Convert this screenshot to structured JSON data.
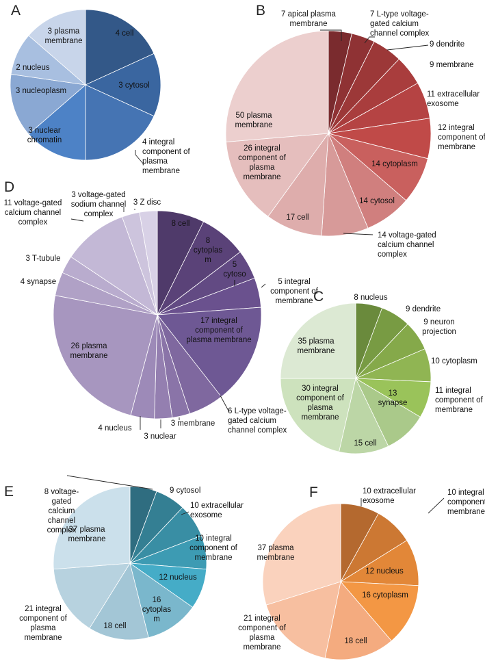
{
  "chart_data": [
    {
      "panel": "A",
      "type": "pie",
      "slices": [
        {
          "value": 4,
          "label": [
            "4 cell"
          ],
          "color": "#335888"
        },
        {
          "value": 3,
          "label": [
            "3 cytosol"
          ],
          "color": "#3a66a0"
        },
        {
          "value": 4,
          "label": [
            "4 integral",
            "component of",
            "plasma",
            "membrane"
          ],
          "color": "#4574b3"
        },
        {
          "value": 3,
          "label": [
            "3 nuclear",
            "chromatin"
          ],
          "color": "#4d82c6"
        },
        {
          "value": 3,
          "label": [
            "3 nucleoplasm"
          ],
          "color": "#8aa8d3"
        },
        {
          "value": 2,
          "label": [
            "2 nucleus"
          ],
          "color": "#a8bfe0"
        },
        {
          "value": 3,
          "label": [
            "3 plasma",
            "membrane"
          ],
          "color": "#c8d5ea"
        }
      ]
    },
    {
      "panel": "B",
      "type": "pie",
      "slices": [
        {
          "value": 7,
          "label": [
            "7 apical plasma",
            "membrane"
          ],
          "color": "#7a2b2e"
        },
        {
          "value": 7,
          "label": [
            "7 L-type  voltage-",
            "gated calcium",
            "channel complex"
          ],
          "color": "#8f3234"
        },
        {
          "value": 9,
          "label": [
            "9 dendrite"
          ],
          "color": "#9c3838"
        },
        {
          "value": 9,
          "label": [
            "9 membrane"
          ],
          "color": "#a93d3d"
        },
        {
          "value": 11,
          "label": [
            "11 extracellular",
            "exosome"
          ],
          "color": "#b54343"
        },
        {
          "value": 12,
          "label": [
            "12 integral",
            "component of",
            "membrane"
          ],
          "color": "#c04a48"
        },
        {
          "value": 14,
          "label": [
            "14 cytoplasm"
          ],
          "color": "#c9605e"
        },
        {
          "value": 14,
          "label": [
            "14 cytosol"
          ],
          "color": "#d07f7e"
        },
        {
          "value": 14,
          "label": [
            "14 voltage-gated",
            "calcium channel",
            "complex"
          ],
          "color": "#d79a99"
        },
        {
          "value": 17,
          "label": [
            "17 cell"
          ],
          "color": "#deadac"
        },
        {
          "value": 26,
          "label": [
            "26 integral",
            "component of",
            "plasma",
            "membrane"
          ],
          "color": "#e5bebd"
        },
        {
          "value": 50,
          "label": [
            "50 plasma",
            "membrane"
          ],
          "color": "#eccfce"
        }
      ]
    },
    {
      "panel": "C",
      "type": "pie",
      "slices": [
        {
          "value": 8,
          "label": [
            "8 nucleus"
          ],
          "color": "#6a8a3c"
        },
        {
          "value": 9,
          "label": [
            "9 dendrite"
          ],
          "color": "#789b43"
        },
        {
          "value": 9,
          "label": [
            "9 neuron",
            "projection"
          ],
          "color": "#85a94a"
        },
        {
          "value": 10,
          "label": [
            "10 cytoplasm"
          ],
          "color": "#90b553"
        },
        {
          "value": 11,
          "label": [
            "11 integral",
            "component of",
            "membrane"
          ],
          "color": "#9ac35a"
        },
        {
          "value": 13,
          "label": [
            "13",
            "synapse"
          ],
          "color": "#aac98a"
        },
        {
          "value": 15,
          "label": [
            "15 cell"
          ],
          "color": "#bcd6a6"
        },
        {
          "value": 30,
          "label": [
            "30 integral",
            "component of",
            "plasma",
            "membrane"
          ],
          "color": "#cde2bd"
        },
        {
          "value": 35,
          "label": [
            "35 plasma",
            "membrane"
          ],
          "color": "#dce9d3"
        }
      ]
    },
    {
      "panel": "D",
      "type": "pie",
      "slices": [
        {
          "value": 8,
          "label": [
            "8 cell"
          ],
          "color": "#4f3a6a"
        },
        {
          "value": 8,
          "label": [
            "8",
            "cytoplas",
            "m"
          ],
          "color": "#5a4278"
        },
        {
          "value": 5,
          "label": [
            "5",
            "cytoso",
            "l"
          ],
          "color": "#624a83"
        },
        {
          "value": 5,
          "label": [
            "5 integral",
            "component of",
            "membrane"
          ],
          "color": "#6a518e"
        },
        {
          "value": 17,
          "label": [
            "17 integral",
            "component of",
            "plasma membrane"
          ],
          "color": "#6e5894"
        },
        {
          "value": 6,
          "label": [
            "6 L-type  voltage-",
            "gated calcium",
            "channel complex"
          ],
          "color": "#7f689f"
        },
        {
          "value": 3,
          "label": [
            "3 membrane"
          ],
          "color": "#8a74a8"
        },
        {
          "value": 3,
          "label": [
            "3 nuclear"
          ],
          "color": "#947fb0"
        },
        {
          "value": 4,
          "label": [
            "4 nucleus"
          ],
          "color": "#9d8ab8"
        },
        {
          "value": 26,
          "label": [
            "26 plasma",
            "membrane"
          ],
          "color": "#a796bf"
        },
        {
          "value": 4,
          "label": [
            "4 synapse"
          ],
          "color": "#b0a1c6"
        },
        {
          "value": 3,
          "label": [
            "3 T-tubule"
          ],
          "color": "#b9acce"
        },
        {
          "value": 11,
          "label": [
            "11 voltage-gated",
            "calcium channel",
            "complex"
          ],
          "color": "#c3b8d6"
        },
        {
          "value": 3,
          "label": [
            "3 voltage-gated",
            "sodium channel",
            "complex"
          ],
          "color": "#cdc4dd"
        },
        {
          "value": 3,
          "label": [
            "3 Z disc"
          ],
          "color": "#d8d1e6"
        }
      ]
    },
    {
      "panel": "E",
      "type": "pie",
      "slices": [
        {
          "value": 8,
          "label": [
            "8 voltage-",
            "gated",
            "calcium",
            "channel",
            "complex"
          ],
          "color": "#2f6d80"
        },
        {
          "value": 9,
          "label": [
            "9 cytosol"
          ],
          "color": "#347f93"
        },
        {
          "value": 10,
          "label": [
            "10 extracellular",
            "exosome"
          ],
          "color": "#398ea4"
        },
        {
          "value": 10,
          "label": [
            "10 integral",
            "component of",
            "membrane"
          ],
          "color": "#3d9bb3"
        },
        {
          "value": 12,
          "label": [
            "12 nucleus"
          ],
          "color": "#45acc7"
        },
        {
          "value": 16,
          "label": [
            "16",
            "cytoplas",
            "m"
          ],
          "color": "#7ab7cc"
        },
        {
          "value": 18,
          "label": [
            "18 cell"
          ],
          "color": "#a3c6d6"
        },
        {
          "value": 21,
          "label": [
            "21 integral",
            "component of",
            "plasma",
            "membrane"
          ],
          "color": "#b7d2df"
        },
        {
          "value": 37,
          "label": [
            "37 plasma",
            "membrane"
          ],
          "color": "#cbe0eb"
        }
      ]
    },
    {
      "panel": "F",
      "type": "pie",
      "slices": [
        {
          "value": 10,
          "label": [
            "10 extracellular",
            "exosome"
          ],
          "color": "#b4692f"
        },
        {
          "value": 10,
          "label": [
            "10 integral",
            "component of",
            "membrane"
          ],
          "color": "#cc7833"
        },
        {
          "value": 12,
          "label": [
            "12 nucleus"
          ],
          "color": "#e28738"
        },
        {
          "value": 16,
          "label": [
            "16 cytoplasm"
          ],
          "color": "#f39744"
        },
        {
          "value": 18,
          "label": [
            "18 cell"
          ],
          "color": "#f4ab7f"
        },
        {
          "value": 21,
          "label": [
            "21 integral",
            "component of",
            "plasma",
            "membrane"
          ],
          "color": "#f7bfa0"
        },
        {
          "value": 37,
          "label": [
            "37 plasma",
            "membrane"
          ],
          "color": "#fad2bd"
        }
      ]
    }
  ]
}
